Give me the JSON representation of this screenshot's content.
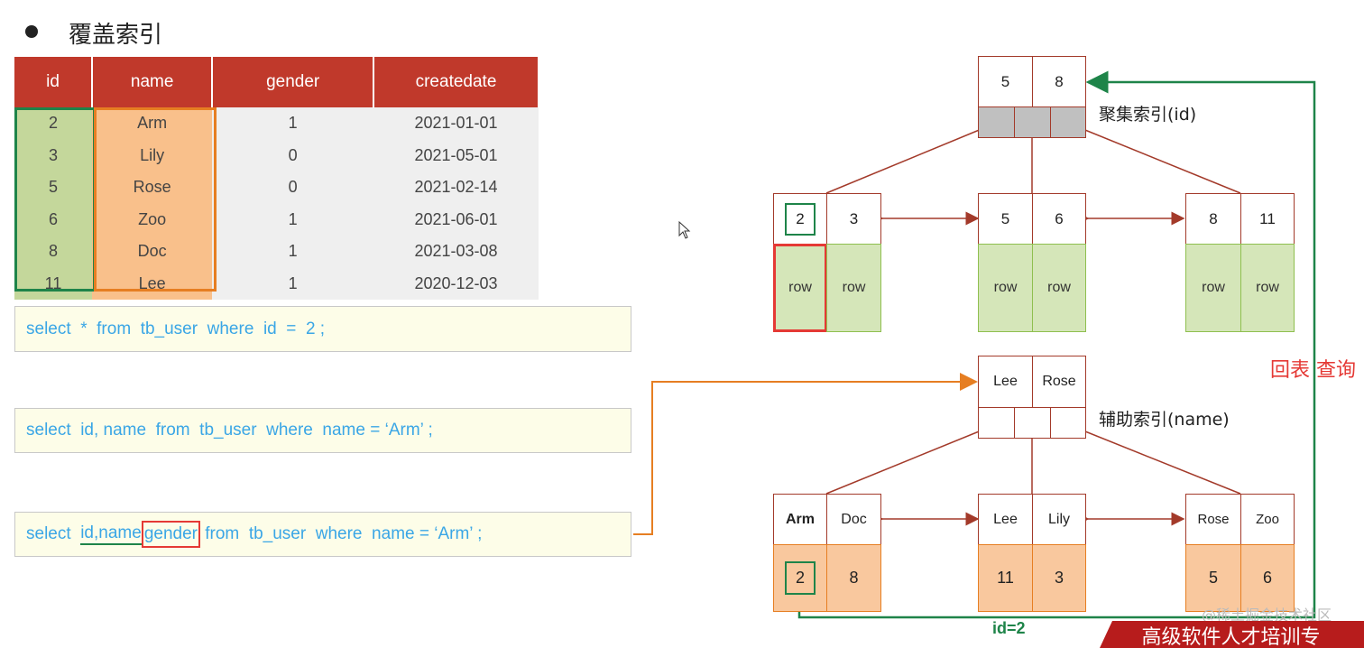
{
  "title": "覆盖索引",
  "table": {
    "headers": [
      "id",
      "name",
      "gender",
      "createdate"
    ],
    "rows": [
      [
        "2",
        "Arm",
        "1",
        "2021-01-01"
      ],
      [
        "3",
        "Lily",
        "0",
        "2021-05-01"
      ],
      [
        "5",
        "Rose",
        "0",
        "2021-02-14"
      ],
      [
        "6",
        "Zoo",
        "1",
        "2021-06-01"
      ],
      [
        "8",
        "Doc",
        "1",
        "2021-03-08"
      ],
      [
        "11",
        "Lee",
        "1",
        "2020-12-03"
      ]
    ]
  },
  "sql": {
    "q1": "select  *  from  tb_user  where  id  =  2 ;",
    "q2": "select  id, name  from  tb_user  where  name = ‘Arm’ ;",
    "q3_pre": "select  ",
    "q3_idname": "id,name",
    "q3_gender": "gender",
    "q3_post": " from  tb_user  where  name = ‘Arm’ ;"
  },
  "clustered": {
    "label": "聚集索引(id)",
    "root": [
      "5",
      "8"
    ],
    "leaves": [
      {
        "keys": [
          "2",
          "3"
        ],
        "rows": [
          "row",
          "row"
        ]
      },
      {
        "keys": [
          "5",
          "6"
        ],
        "rows": [
          "row",
          "row"
        ]
      },
      {
        "keys": [
          "8",
          "11"
        ],
        "rows": [
          "row",
          "row"
        ]
      }
    ]
  },
  "secondary": {
    "label": "辅助索引(name)",
    "root": [
      "Lee",
      "Rose"
    ],
    "leaves": [
      {
        "keys": [
          "Arm",
          "Doc"
        ],
        "ids": [
          "2",
          "8"
        ]
      },
      {
        "keys": [
          "Lee",
          "Lily"
        ],
        "ids": [
          "11",
          "3"
        ]
      },
      {
        "keys": [
          "Rose",
          "Zoo"
        ],
        "ids": [
          "5",
          "6"
        ]
      }
    ]
  },
  "back_query_label": "回表 查询",
  "id_label": "id=2",
  "watermark": "@稀土掘金技术社区",
  "banner": "高级软件人才培训专",
  "colors": {
    "header_red": "#c0392b",
    "node_border": "#a33a2a",
    "highlight_green": "#1e8449",
    "highlight_orange": "#e67e22",
    "sql_text": "#3aa6e6",
    "back_query_red": "#e53935"
  }
}
